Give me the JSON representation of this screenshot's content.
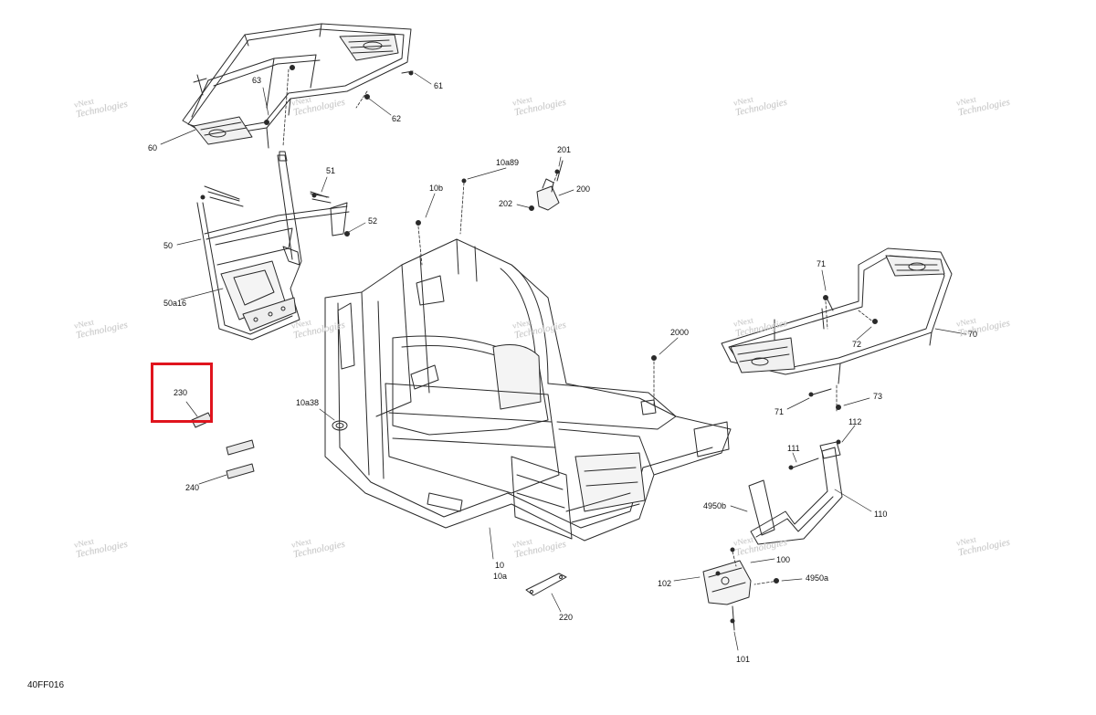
{
  "diagram": {
    "code": "40FF016",
    "highlighted_part": "230",
    "colors": {
      "highlight": "#e0141e",
      "line": "#2a2a2a",
      "watermark": "#c9c9c9"
    }
  },
  "watermark": {
    "line1": "vNext",
    "line2": "Technologies",
    "inline": "vNext Technologies"
  },
  "callouts": [
    "63",
    "61",
    "62",
    "60",
    "201",
    "10a89",
    "200",
    "202",
    "10b",
    "51",
    "52",
    "50",
    "50a16",
    "71",
    "72",
    "70",
    "2000",
    "230",
    "10a38",
    "73",
    "71",
    "112",
    "111",
    "240",
    "4950b",
    "110",
    "100",
    "10",
    "10a",
    "4950a",
    "102",
    "220",
    "101"
  ]
}
